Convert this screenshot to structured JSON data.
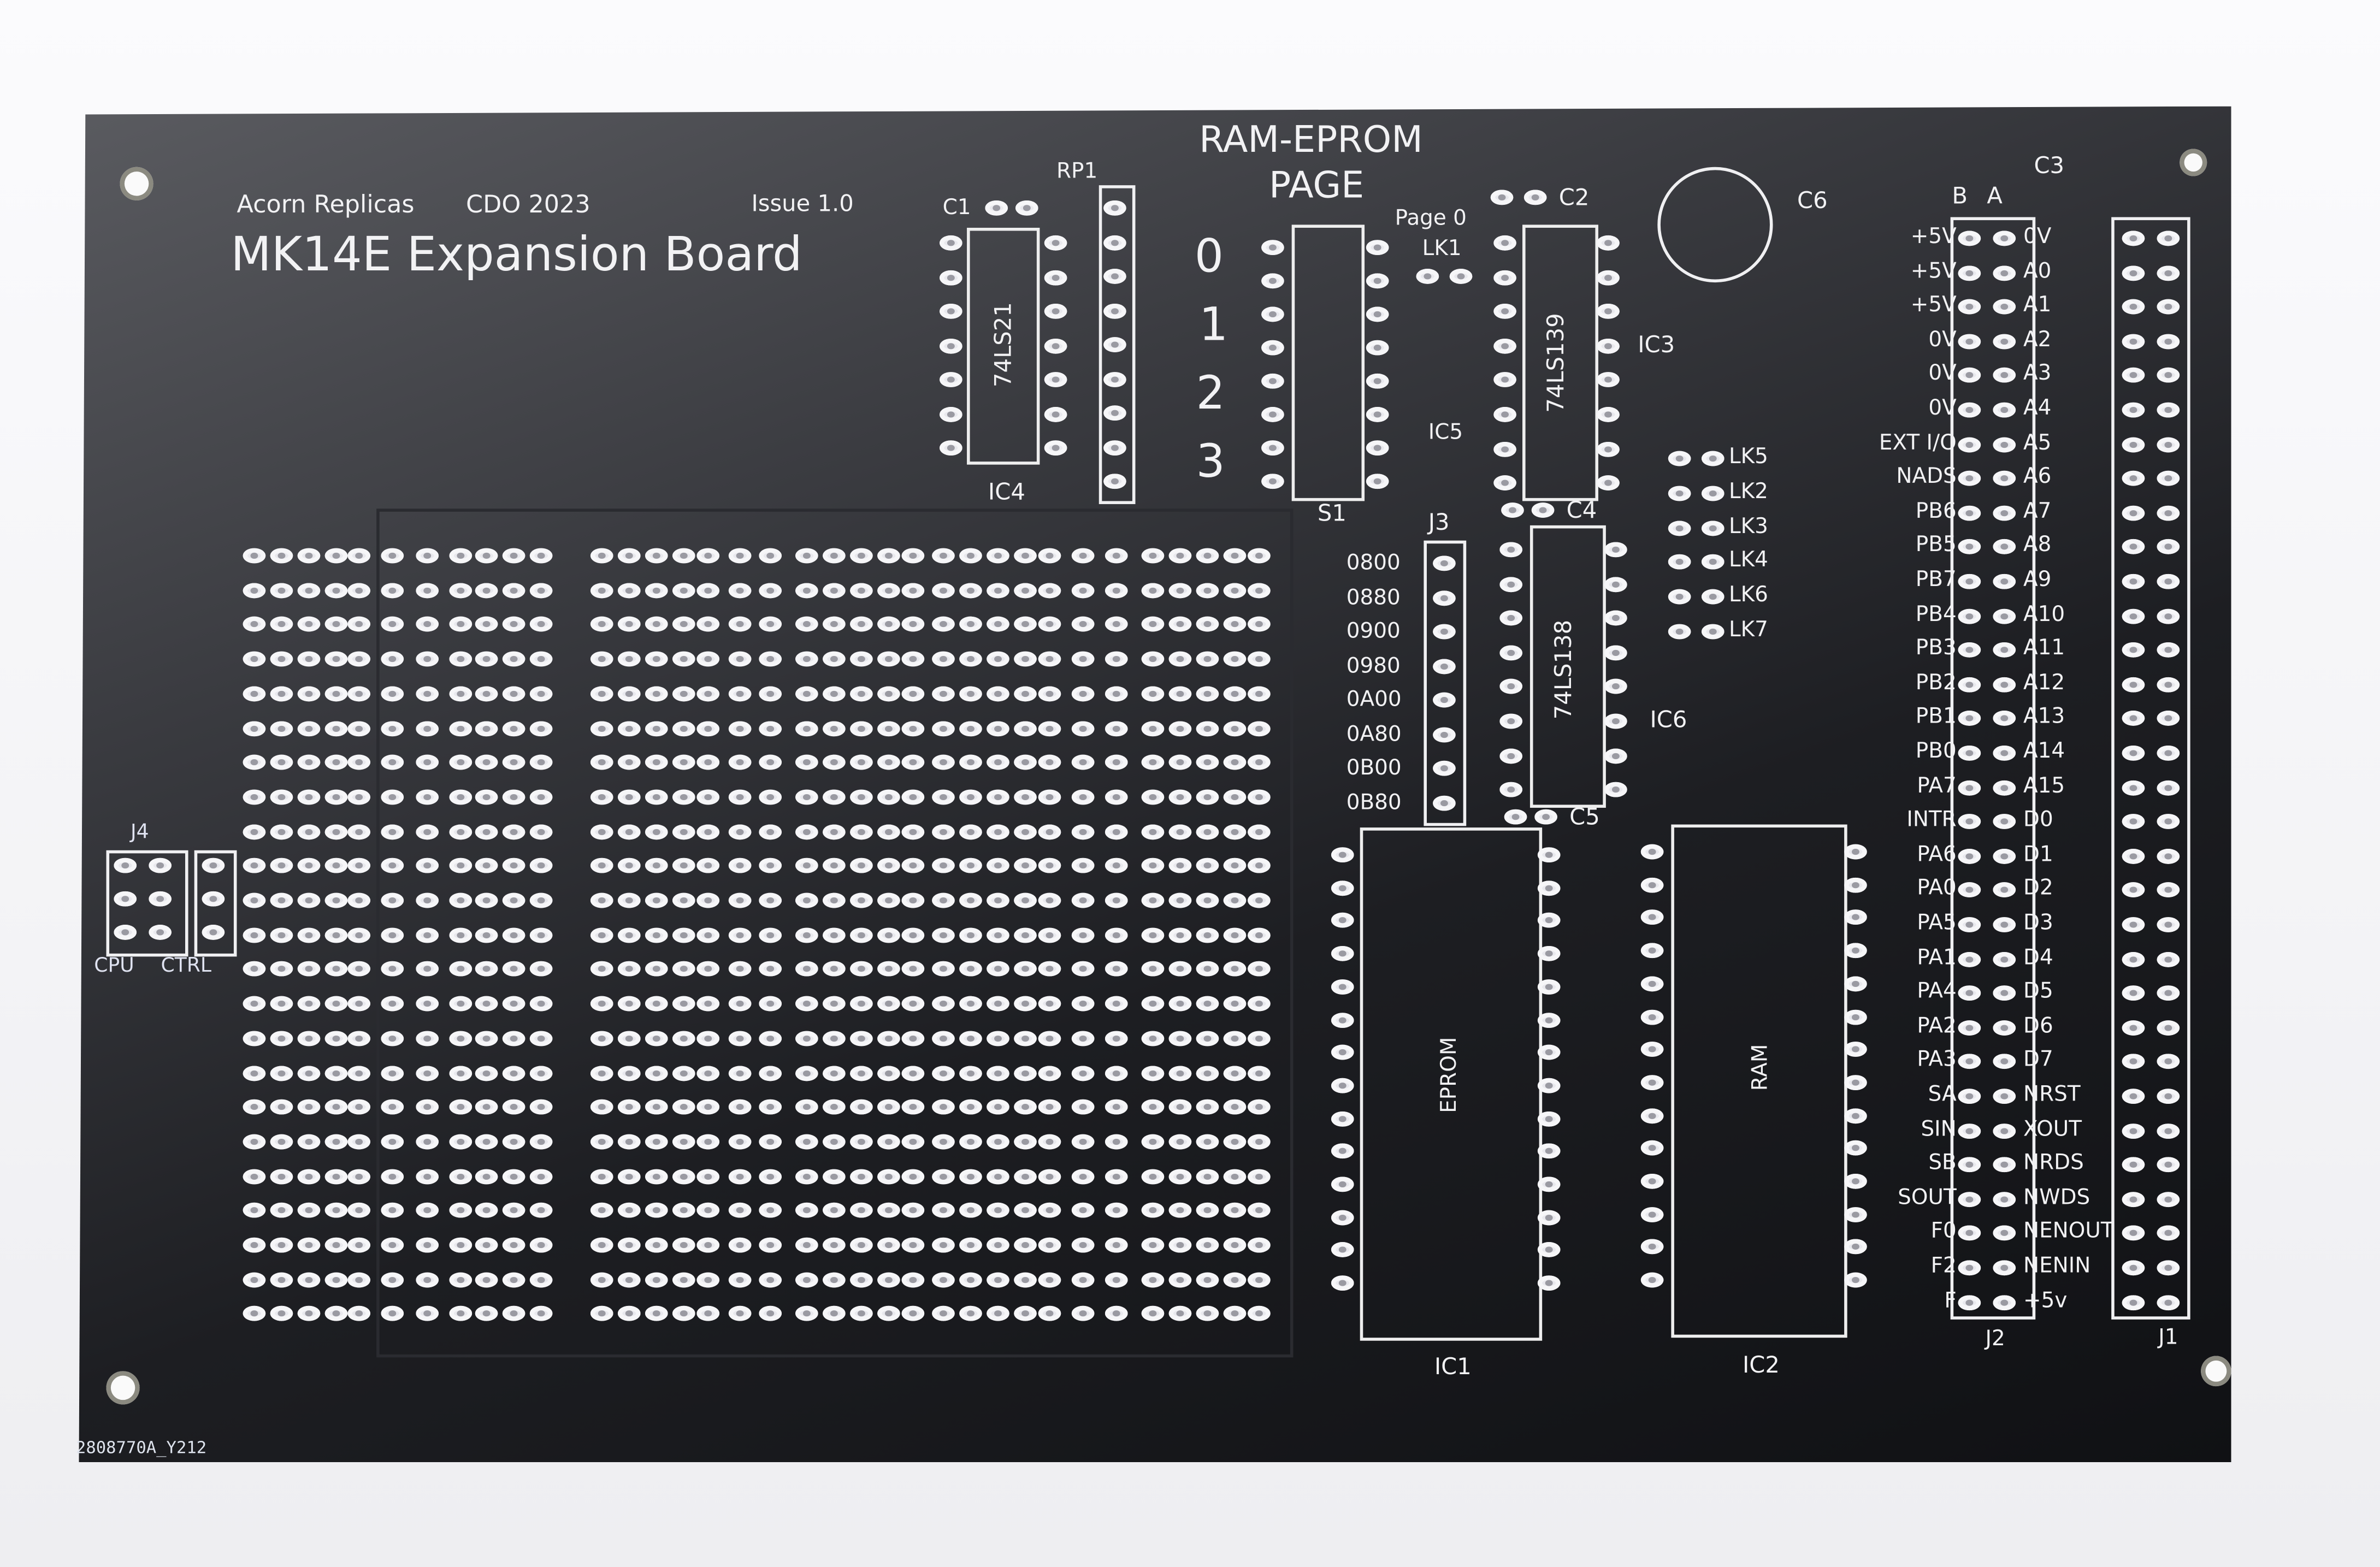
{
  "board": {
    "maker": "Acorn Replicas",
    "designer_year": "CDO 2023",
    "issue": "Issue 1.0",
    "title": "MK14E Expansion Board",
    "page_heading_1": "RAM-EPROM",
    "page_heading_2": "PAGE",
    "page_numbers": [
      "0",
      "1",
      "2",
      "3"
    ],
    "page0_label": "Page 0",
    "serial": "2808770A_Y212",
    "colors": {
      "soldermask": "#1d1e22",
      "silkscreen": "#f2f2f4",
      "pad": "#e9e9ee"
    }
  },
  "components": {
    "c1": "C1",
    "c2": "C2",
    "c3": "C3",
    "c4": "C4",
    "c5": "C5",
    "c6": "C6",
    "rp1": "RP1",
    "ic1": "IC1",
    "ic2": "IC2",
    "ic3": "IC3",
    "ic4": "IC4",
    "ic5": "IC5",
    "ic6": "IC6",
    "ic4_part": "74LS21",
    "ic3_part": "74LS139",
    "ic6_part": "74LS138",
    "ic1_part": "EPROM",
    "ic2_part": "RAM",
    "s1": "S1",
    "j1": "J1",
    "j2": "J2",
    "j3": "J3",
    "j4": "J4",
    "lk1": "LK1",
    "links": [
      "LK5",
      "LK2",
      "LK3",
      "LK4",
      "LK6",
      "LK7"
    ],
    "j4_labels": {
      "cpu": "CPU",
      "ctrl": "CTRL"
    },
    "j3_addresses": [
      "0800",
      "0880",
      "0900",
      "0980",
      "0A00",
      "0A80",
      "0B00",
      "0B80"
    ]
  },
  "j2": {
    "col_b": "B",
    "col_a": "A",
    "b_side": [
      "+5V",
      "+5V",
      "+5V",
      "0V",
      "0V",
      "0V",
      "EXT I/O",
      "NADS",
      "PB6",
      "PB5",
      "PB7",
      "PB4",
      "PB3",
      "PB2",
      "PB1",
      "PB0",
      "PA7",
      "INTR",
      "PA6",
      "PA0",
      "PA5",
      "PA1",
      "PA4",
      "PA2",
      "PA3",
      "SA",
      "SIN",
      "SB",
      "SOUT",
      "F0",
      "F2",
      "F"
    ],
    "a_side": [
      "0V",
      "A0",
      "A1",
      "A2",
      "A3",
      "A4",
      "A5",
      "A6",
      "A7",
      "A8",
      "A9",
      "A10",
      "A11",
      "A12",
      "A13",
      "A14",
      "A15",
      "D0",
      "D1",
      "D2",
      "D3",
      "D4",
      "D5",
      "D6",
      "D7",
      "NRST",
      "XOUT",
      "NRDS",
      "NWDS",
      "NENOUT",
      "NENIN",
      "+5v"
    ]
  }
}
